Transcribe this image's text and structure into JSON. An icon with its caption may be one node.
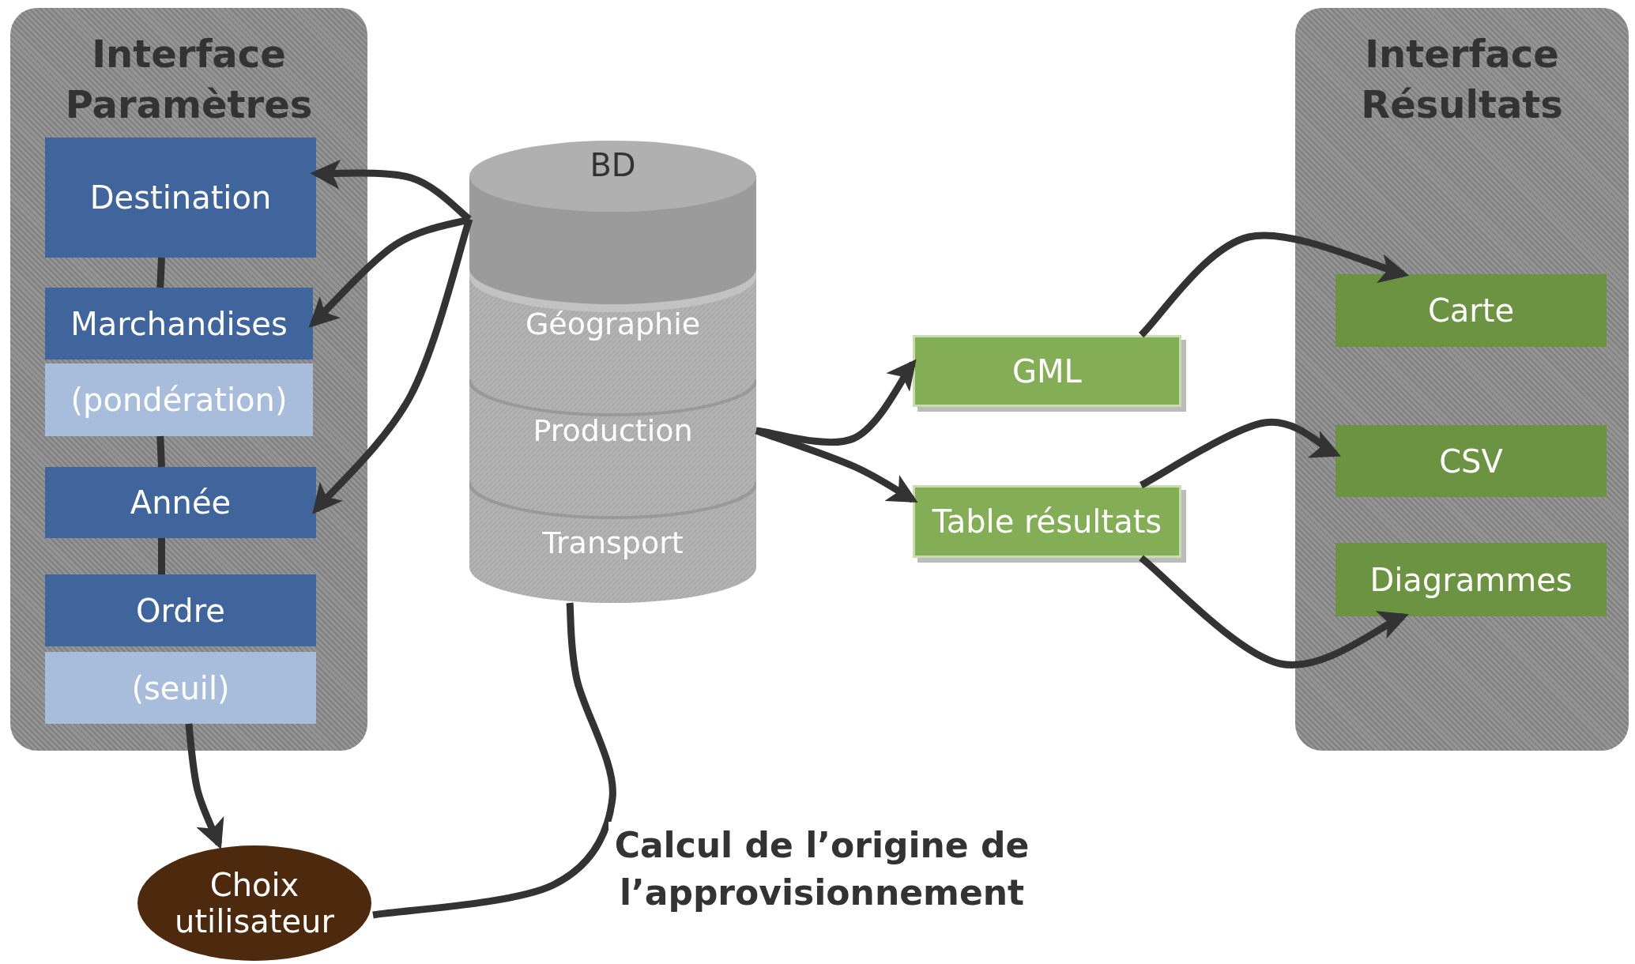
{
  "diagram": {
    "nodes": [
      {
        "text": [
          "Interface Paramètres"
        ]
      },
      {
        "text": [
          "Destination"
        ],
        "in": 0
      },
      {
        "text": [
          "Marchandises"
        ],
        "in": 0
      },
      {
        "text": [
          "(pondération)"
        ],
        "in": 0
      },
      {
        "text": [
          "Année"
        ],
        "in": 0
      },
      {
        "text": [
          "Ordre"
        ],
        "in": 0
      },
      {
        "text": [
          "(seuil)"
        ],
        "in": 0
      },
      {
        "text": [
          "BD"
        ]
      },
      {
        "text": [
          "Géographie"
        ],
        "in": 7
      },
      {
        "text": [
          "Production"
        ],
        "in": 7
      },
      {
        "text": [
          "Transport"
        ],
        "in": 7
      },
      {
        "text": [
          "GML"
        ]
      },
      {
        "text": [
          "Table résultats"
        ]
      },
      {
        "text": [
          "Interface Résultats"
        ]
      },
      {
        "text": [
          "Carte"
        ],
        "in": 13
      },
      {
        "text": [
          "CSV"
        ],
        "in": 13
      },
      {
        "text": [
          "Diagrammes"
        ],
        "in": 13
      },
      {
        "text": [
          "Choix utilisateur"
        ]
      }
    ],
    "edges": [
      {
        "from": 1,
        "to": 2,
        "arrow": "none"
      },
      {
        "from": 3,
        "to": 4,
        "arrow": "none"
      },
      {
        "from": 4,
        "to": 5,
        "arrow": "none"
      },
      {
        "from": 6,
        "to": 17,
        "arrow": "to"
      },
      {
        "from": 7,
        "to": 1,
        "arrow": "to"
      },
      {
        "from": 7,
        "to": 2,
        "arrow": "to"
      },
      {
        "from": 7,
        "to": 4,
        "arrow": "to"
      },
      {
        "from": 17,
        "to": 10,
        "arrow": "none",
        "label": "Calcul de l’origine de l’approvisionnement"
      },
      {
        "from": 9,
        "to": 11,
        "arrow": "to"
      },
      {
        "from": 9,
        "to": 12,
        "arrow": "to"
      },
      {
        "from": 11,
        "to": 14,
        "arrow": "to"
      },
      {
        "from": 12,
        "to": 15,
        "arrow": "to"
      },
      {
        "from": 12,
        "to": 16,
        "arrow": "to"
      }
    ]
  }
}
